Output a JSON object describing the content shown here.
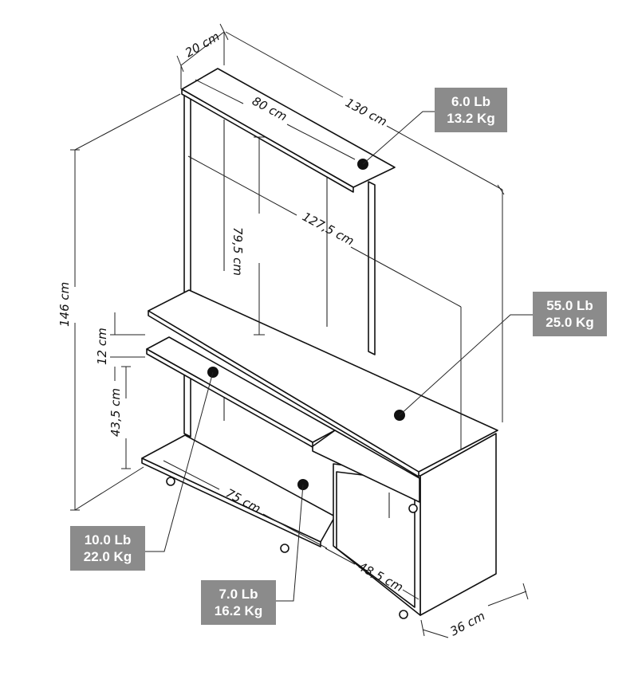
{
  "dimensions": {
    "top_depth": "20 cm",
    "top_shelf_width": "80 cm",
    "overall_width": "130 cm",
    "inner_height": "79,5 cm",
    "inner_width": "127,5 cm",
    "overall_height": "146 cm",
    "drawer_height": "12 cm",
    "lower_height": "43,5 cm",
    "lower_compartment_width": "75 cm",
    "right_compartment_width": "48,5 cm",
    "depth": "36 cm"
  },
  "weights": {
    "top_shelf": {
      "lb": "6.0 Lb",
      "kg": "13.2 Kg"
    },
    "desk_top": {
      "lb": "55.0 Lb",
      "kg": "25.0 Kg"
    },
    "drawer_shelf": {
      "lb": "10.0 Lb",
      "kg": "22.0 Kg"
    },
    "bottom_shelf": {
      "lb": "7.0 Lb",
      "kg": "16.2 Kg"
    }
  },
  "colors": {
    "label_box": "#8b8b8b",
    "label_text": "#ffffff",
    "line": "#111111"
  }
}
